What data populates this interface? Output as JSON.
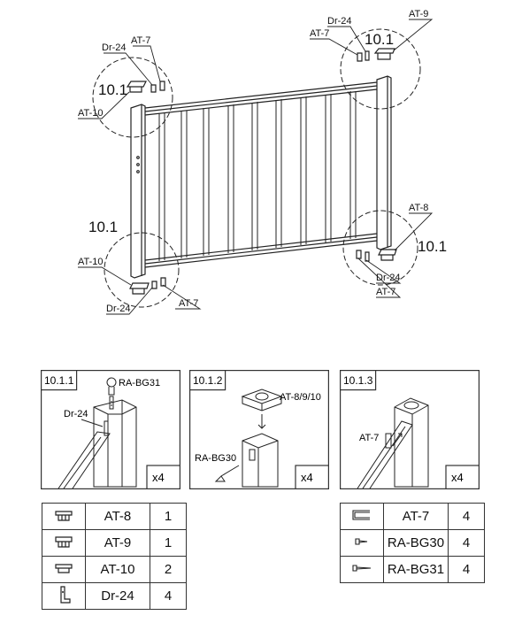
{
  "overview": {
    "callouts": {
      "tl": {
        "section": "10.1",
        "at": "AT-7",
        "dr": "Dr-24",
        "part": "AT-10"
      },
      "tr": {
        "section": "10.1",
        "at": "AT-7",
        "dr": "Dr-24",
        "part": "AT-9"
      },
      "bl": {
        "section": "10.1",
        "at": "AT-7",
        "dr": "Dr-24",
        "part": "AT-10"
      },
      "br": {
        "section": "10.1",
        "at": "AT-7",
        "dr": "Dr-24",
        "part": "AT-8"
      }
    }
  },
  "details": [
    {
      "id": "10.1.1",
      "screw": "RA-BG31",
      "part": "Dr-24",
      "qty": "x4"
    },
    {
      "id": "10.1.2",
      "screw": "RA-BG30",
      "part": "AT-8/9/10",
      "qty": "x4"
    },
    {
      "id": "10.1.3",
      "part": "AT-7",
      "qty": "x4"
    }
  ],
  "parts_left": [
    {
      "icon": "cap-at8-icon",
      "name": "AT-8",
      "qty": "1"
    },
    {
      "icon": "cap-at9-icon",
      "name": "AT-9",
      "qty": "1"
    },
    {
      "icon": "cap-at10-icon",
      "name": "AT-10",
      "qty": "2"
    },
    {
      "icon": "bracket-dr24-icon",
      "name": "Dr-24",
      "qty": "4"
    }
  ],
  "parts_right": [
    {
      "icon": "channel-at7-icon",
      "name": "AT-7",
      "qty": "4"
    },
    {
      "icon": "screw-short-icon",
      "name": "RA-BG30",
      "qty": "4"
    },
    {
      "icon": "screw-long-icon",
      "name": "RA-BG31",
      "qty": "4"
    }
  ]
}
